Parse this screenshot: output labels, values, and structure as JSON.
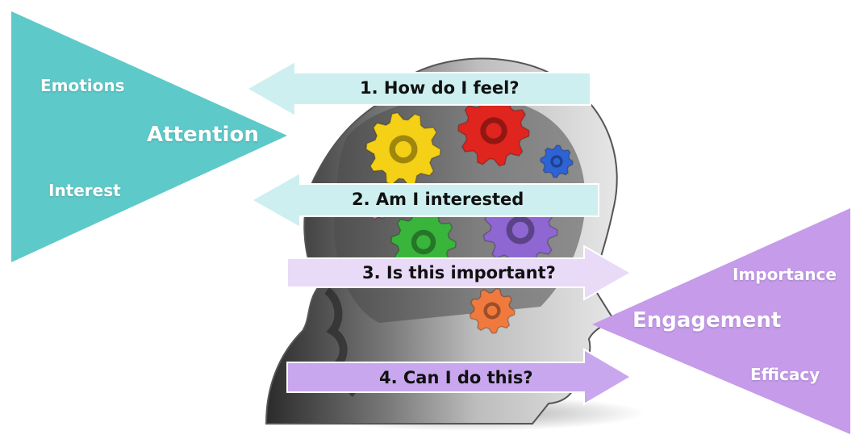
{
  "colors": {
    "teal": "#5EC9C9",
    "teal_light": "#CDEFEF",
    "purple": "#C59BEA",
    "purple_light": "#E9DAF8",
    "gear_yellow": "#F4D016",
    "gear_red": "#E0241E",
    "gear_blue": "#2E63D6",
    "gear_green": "#39B53C",
    "gear_purple": "#8E67D2",
    "gear_orange": "#F07A3E",
    "gear_pink": "#E255B7"
  },
  "attention": {
    "title": "Attention",
    "top_label": "Emotions",
    "bottom_label": "Interest"
  },
  "engagement": {
    "title": "Engagement",
    "top_label": "Importance",
    "bottom_label": "Efficacy"
  },
  "questions": [
    {
      "text": "1. How do I feel?",
      "direction": "left"
    },
    {
      "text": "2. Am I interested",
      "direction": "left"
    },
    {
      "text": "3. Is this important?",
      "direction": "right"
    },
    {
      "text": "4. Can I do this?",
      "direction": "right"
    }
  ],
  "icons": {
    "head": "head-silhouette-icon",
    "gears": "gears-icon"
  }
}
